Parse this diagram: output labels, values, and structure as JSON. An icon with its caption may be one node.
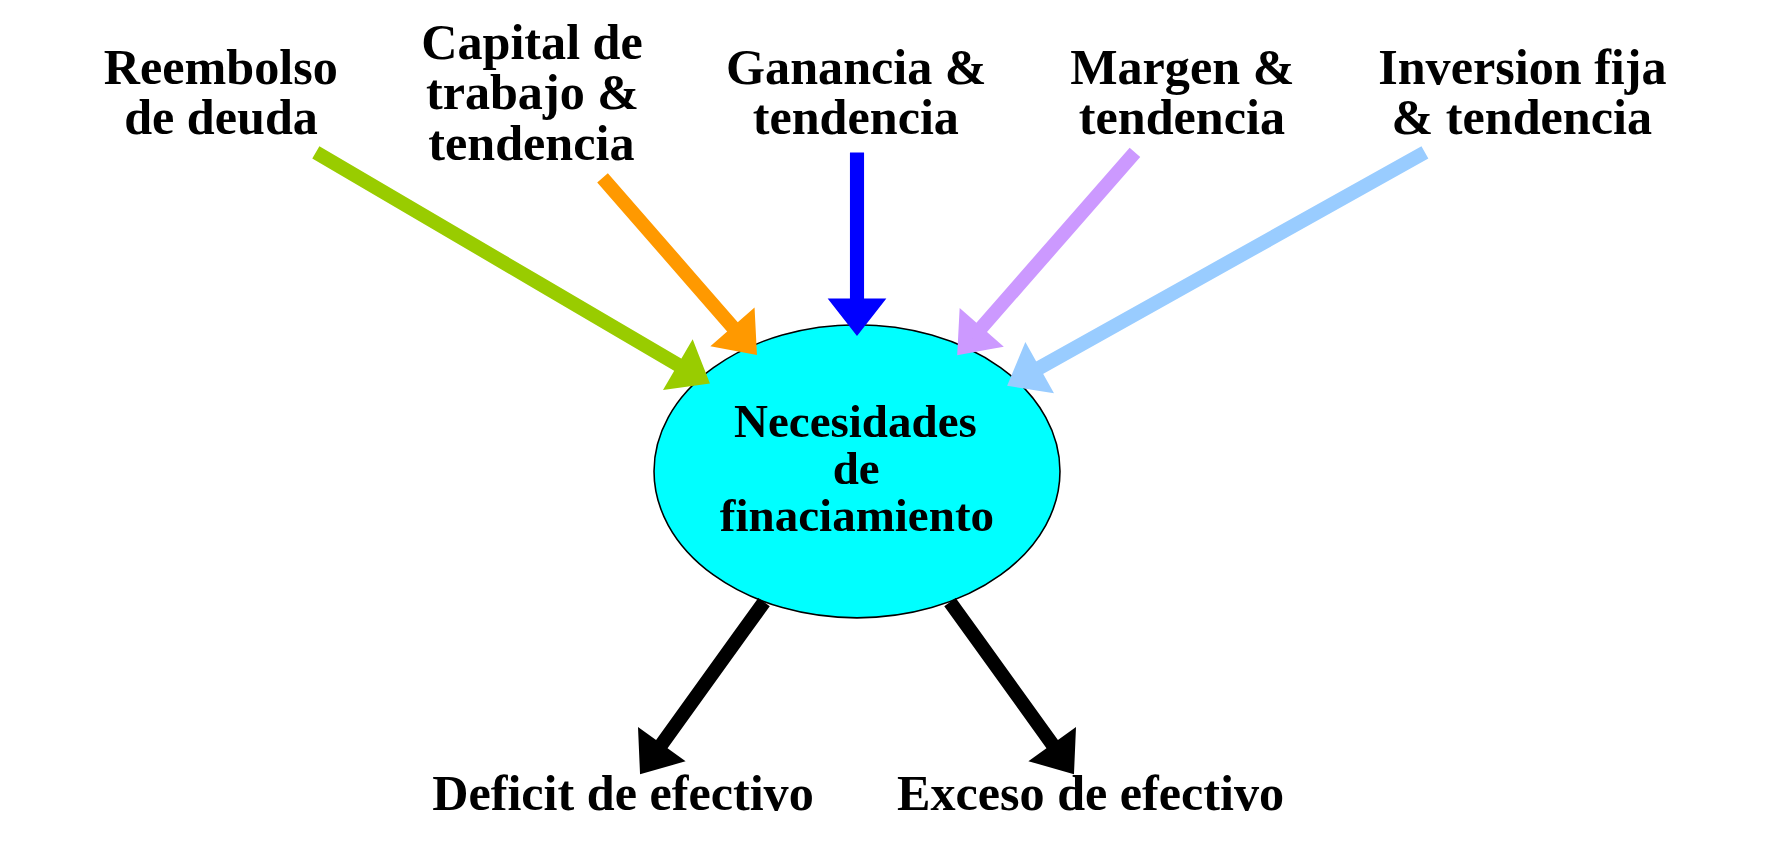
{
  "diagram": {
    "nodes": [
      {
        "text": [
          "Necesidades de finaciamiento"
        ]
      },
      {
        "text": [
          "Capital de trabajo & tendencia"
        ]
      },
      {
        "text": [
          "Ganancia & tendencia"
        ]
      },
      {
        "text": [
          "Margen & tendencia"
        ]
      },
      {
        "text": [
          "Reembolso de deuda"
        ]
      },
      {
        "text": [
          "Inversion fija & tendencia"
        ]
      },
      {
        "text": [
          "Deficit de efectivo"
        ]
      },
      {
        "text": [
          "Exceso de efectivo"
        ]
      }
    ],
    "edges": [
      {
        "from": 1,
        "to": 0,
        "arrow": "to",
        "color": "#ff9900"
      },
      {
        "from": 2,
        "to": 0,
        "arrow": "to",
        "color": "#0000ff"
      },
      {
        "from": 3,
        "to": 0,
        "arrow": "to",
        "color": "#cc99ff"
      },
      {
        "from": 4,
        "to": 0,
        "arrow": "to",
        "color": "#99cc00"
      },
      {
        "from": 5,
        "to": 0,
        "arrow": "to",
        "color": "#99ccff"
      },
      {
        "from": 0,
        "to": 6,
        "arrow": "to",
        "color": "#000000"
      },
      {
        "from": 0,
        "to": 7,
        "arrow": "to",
        "color": "#000000"
      }
    ]
  }
}
